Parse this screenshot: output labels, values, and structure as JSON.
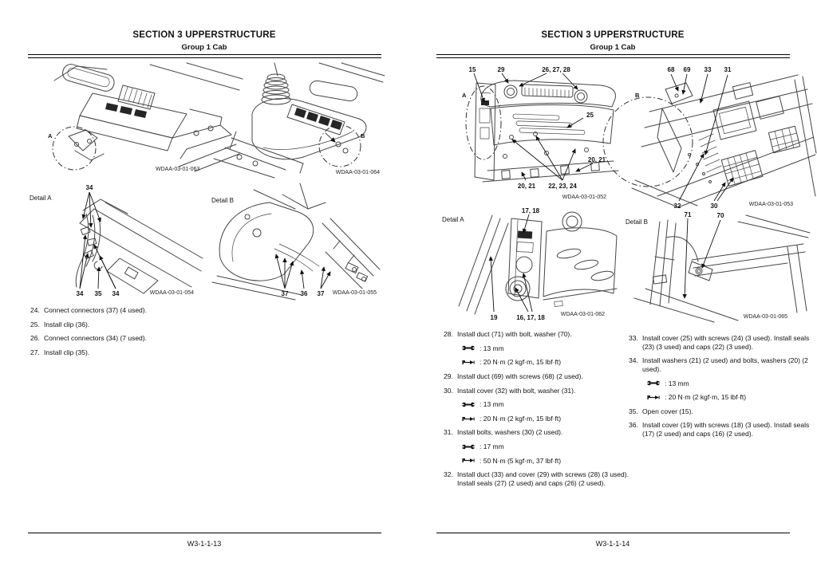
{
  "page_left": {
    "header": {
      "title": "SECTION 3 UPPERSTRUCTURE",
      "subtitle": "Group 1 Cab"
    },
    "figures": {
      "fig063": {
        "code": "WDAA-03-01-063",
        "view_label": "A"
      },
      "fig064": {
        "code": "WDAA-03-01-064",
        "view_label": "B"
      },
      "fig054": {
        "code": "WDAA-03-01-054",
        "detail_label": "Detail A",
        "callouts": [
          "34",
          "34",
          "35",
          "34"
        ]
      },
      "fig055": {
        "code": "WDAA-03-01-055",
        "detail_label": "Detail B",
        "callouts": [
          "37",
          "36",
          "37"
        ]
      }
    },
    "steps": [
      {
        "num": "24.",
        "text": "Connect connectors (37) (4 used)."
      },
      {
        "num": "25.",
        "text": "Install clip (36)."
      },
      {
        "num": "26.",
        "text": "Connect connectors (34) (7 used)."
      },
      {
        "num": "27.",
        "text": "Install clip (35)."
      }
    ],
    "footer": {
      "page_number": "W3-1-1-13"
    }
  },
  "page_right": {
    "header": {
      "title": "SECTION 3 UPPERSTRUCTURE",
      "subtitle": "Group 1 Cab"
    },
    "figures": {
      "fig052": {
        "code": "WDAA-03-01-052",
        "view_label": "A",
        "callouts": [
          "15",
          "29",
          "26, 27, 28",
          "25",
          "20, 21",
          "20, 21",
          "22, 23, 24"
        ]
      },
      "fig053": {
        "code": "WDAA-03-01-053",
        "view_label": "B",
        "callouts": [
          "68",
          "69",
          "33",
          "31",
          "32",
          "30"
        ]
      },
      "fig062": {
        "code": "WDAA-03-01-062",
        "detail_label": "Detail A",
        "callouts": [
          "17, 18",
          "19",
          "16, 17, 18"
        ]
      },
      "fig065": {
        "code": "WDAA-03-01-065",
        "detail_label": "Detail B",
        "callouts": [
          "71",
          "70"
        ]
      }
    },
    "steps_col1": [
      {
        "num": "28.",
        "text": "Install duct (71) with bolt, washer (70).",
        "specs": [
          {
            "icon": "wrench",
            "text": ": 13 mm"
          },
          {
            "icon": "torque",
            "text": ": 20 N·m (2 kgf·m, 15 lbf·ft)"
          }
        ]
      },
      {
        "num": "29.",
        "text": "Install duct (69) with screws (68) (2 used)."
      },
      {
        "num": "30.",
        "text": "Install cover (32) with bolt, washer (31).",
        "specs": [
          {
            "icon": "wrench",
            "text": ": 13 mm"
          },
          {
            "icon": "torque",
            "text": ": 20 N·m (2 kgf·m, 15 lbf·ft)"
          }
        ]
      },
      {
        "num": "31.",
        "text": "Install bolts, washers (30) (2 used).",
        "specs": [
          {
            "icon": "wrench",
            "text": ": 17 mm"
          },
          {
            "icon": "torque",
            "text": ": 50 N·m (5 kgf·m, 37 lbf·ft)"
          }
        ]
      },
      {
        "num": "32.",
        "text": "Install duct (33) and cover (29) with screws (28) (3 used). Install seals (27) (2 used) and caps (26) (2 used)."
      }
    ],
    "steps_col2": [
      {
        "num": "33.",
        "text": "Install cover (25) with screws (24) (3 used). Install seals (23) (3 used) and caps (22) (3 used)."
      },
      {
        "num": "34.",
        "text": "Install washers (21) (2 used) and bolts, washers (20) (2 used).",
        "specs": [
          {
            "icon": "wrench",
            "text": ": 13 mm"
          },
          {
            "icon": "torque",
            "text": ": 20 N·m (2 kgf·m, 15 lbf·ft)"
          }
        ]
      },
      {
        "num": "35.",
        "text": "Open cover (15)."
      },
      {
        "num": "36.",
        "text": "Install cover (19) with screws (18) (3 used). Install seals (17) (2 used) and caps (16) (2 used)."
      }
    ],
    "footer": {
      "page_number": "W3-1-1-14"
    }
  }
}
